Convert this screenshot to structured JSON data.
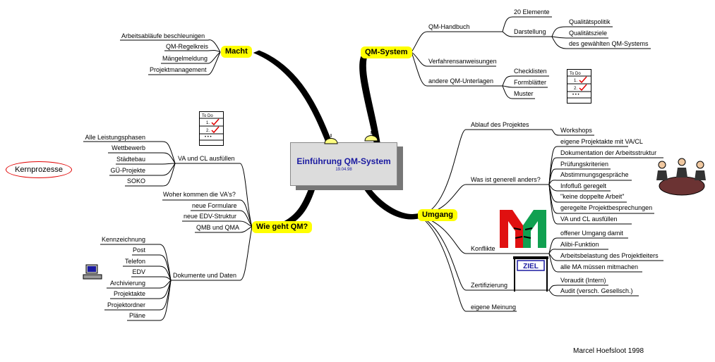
{
  "center": {
    "title": "Einführung QM-System",
    "subtitle": "19.04.98"
  },
  "kernprozesse": "Kernprozesse",
  "author": "Marcel Hoefsloot 1998",
  "macht": {
    "label": "Macht",
    "items": [
      "Arbeitsabläufe beschleunigen",
      "QM-Regelkreis",
      "Mängelmeldung",
      "Projektmanagement"
    ]
  },
  "qm_system": {
    "label": "QM-System",
    "handbuch": "QM-Handbuch",
    "elemente": "20 Elemente",
    "darstellung": "Darstellung",
    "darstellung_items": [
      "Qualitätspolitik",
      "Qualitätsziele",
      "des gewählten QM-Systems"
    ],
    "verfahren": "Verfahrensanweisungen",
    "andere": "andere QM-Unterlagen",
    "andere_items": [
      "Checklisten",
      "Formblätter",
      "Muster"
    ]
  },
  "wie_geht": {
    "label": "Wie geht QM?",
    "va_cl": "VA und CL ausfüllen",
    "va_cl_items": [
      "Alle Leistungsphasen",
      "Wettbewerb",
      "Städtebau",
      "GÜ-Projekte",
      "SOKO"
    ],
    "woher": "Woher kommen die VA's?",
    "formulare": "neue Formulare",
    "edv_struktur": "neue EDV-Struktur",
    "qmb": "QMB und QMA",
    "dokumente": "Dokumente und Daten",
    "dokumente_items": [
      "Kennzeichnung",
      "Post",
      "Telefon",
      "EDV",
      "Archivierung",
      "Projektakte",
      "Projektordner",
      "Pläne"
    ]
  },
  "umgang": {
    "label": "Umgang",
    "ablauf": "Ablauf des Projektes",
    "workshops": "Workshops",
    "anders": "Was ist generell anders?",
    "anders_items": [
      "eigene Projektakte mit VA/CL",
      "Dokumentation der Arbeitsstruktur",
      "Prüfungskriterien",
      "Abstimmungsgespräche",
      "Infofluß geregelt",
      "\"keine doppelte Arbeit\"",
      "geregelte Projektbesprechungen",
      "VA und CL ausfüllen"
    ],
    "konflikte": "Konflikte",
    "konflikte_items": [
      "offener Umgang damit",
      "Alibi-Funktion",
      "Arbeitsbelastung des Projektleiters",
      "alle MA müssen mitmachen"
    ],
    "zert": "Zertifizierung",
    "zert_items": [
      "Voraudit (Intern)",
      "Audit (versch. Gesellsch.)"
    ],
    "meinung": "eigene Meinung"
  },
  "checklist_icon": {
    "header": "To Do"
  },
  "ziel_sign": "ZIEL"
}
